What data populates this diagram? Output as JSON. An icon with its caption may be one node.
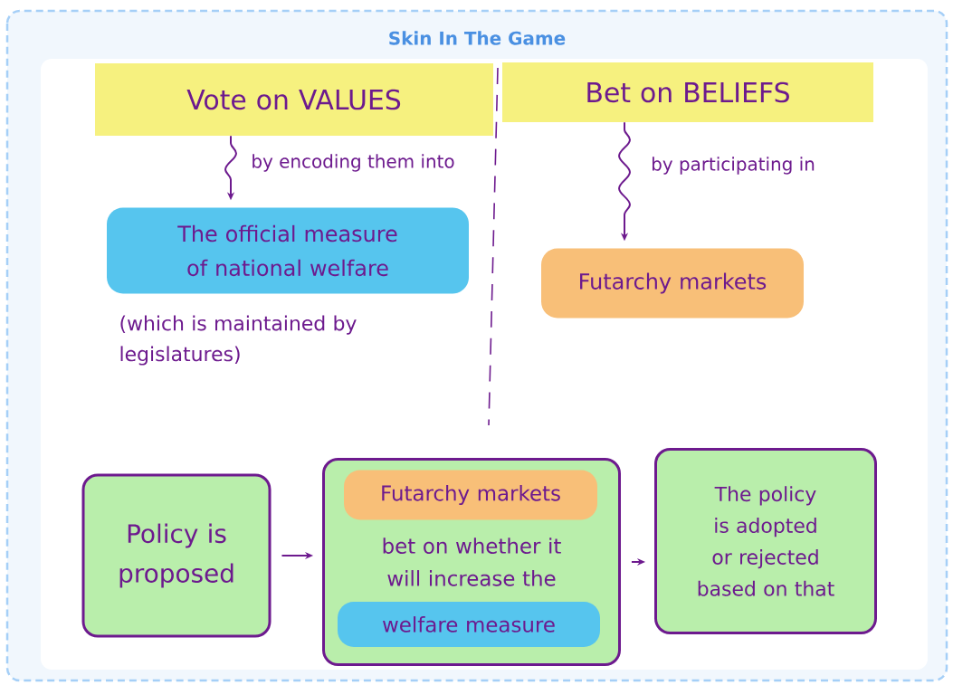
{
  "diagram": {
    "title": "Skin In The Game",
    "nodes": [
      {
        "text": [
          "Vote on VALUES"
        ]
      },
      {
        "text": [
          "Bet on BELIEFS"
        ]
      },
      {
        "text": [
          "The official measure of national welfare"
        ]
      },
      {
        "text": [
          "Futarchy markets"
        ]
      },
      {
        "text": [
          "Policy is proposed"
        ]
      },
      {
        "text": [
          "bet on whether it will increase the"
        ]
      },
      {
        "text": [
          "Futarchy markets"
        ],
        "in": 5
      },
      {
        "text": [
          "welfare measure"
        ],
        "in": 5
      },
      {
        "text": [
          "The policy is adopted or rejected based on that"
        ]
      }
    ],
    "edges": [
      {
        "from": 0,
        "to": 2,
        "arrow": "to",
        "label": "by encoding them into"
      },
      {
        "from": 1,
        "to": 3,
        "arrow": "to",
        "label": "by participating in"
      },
      {
        "from": 4,
        "to": 5,
        "arrow": "to"
      },
      {
        "from": 5,
        "to": 8,
        "arrow": "to"
      }
    ],
    "labels": [
      "(which is maintained by legislatures)"
    ]
  }
}
